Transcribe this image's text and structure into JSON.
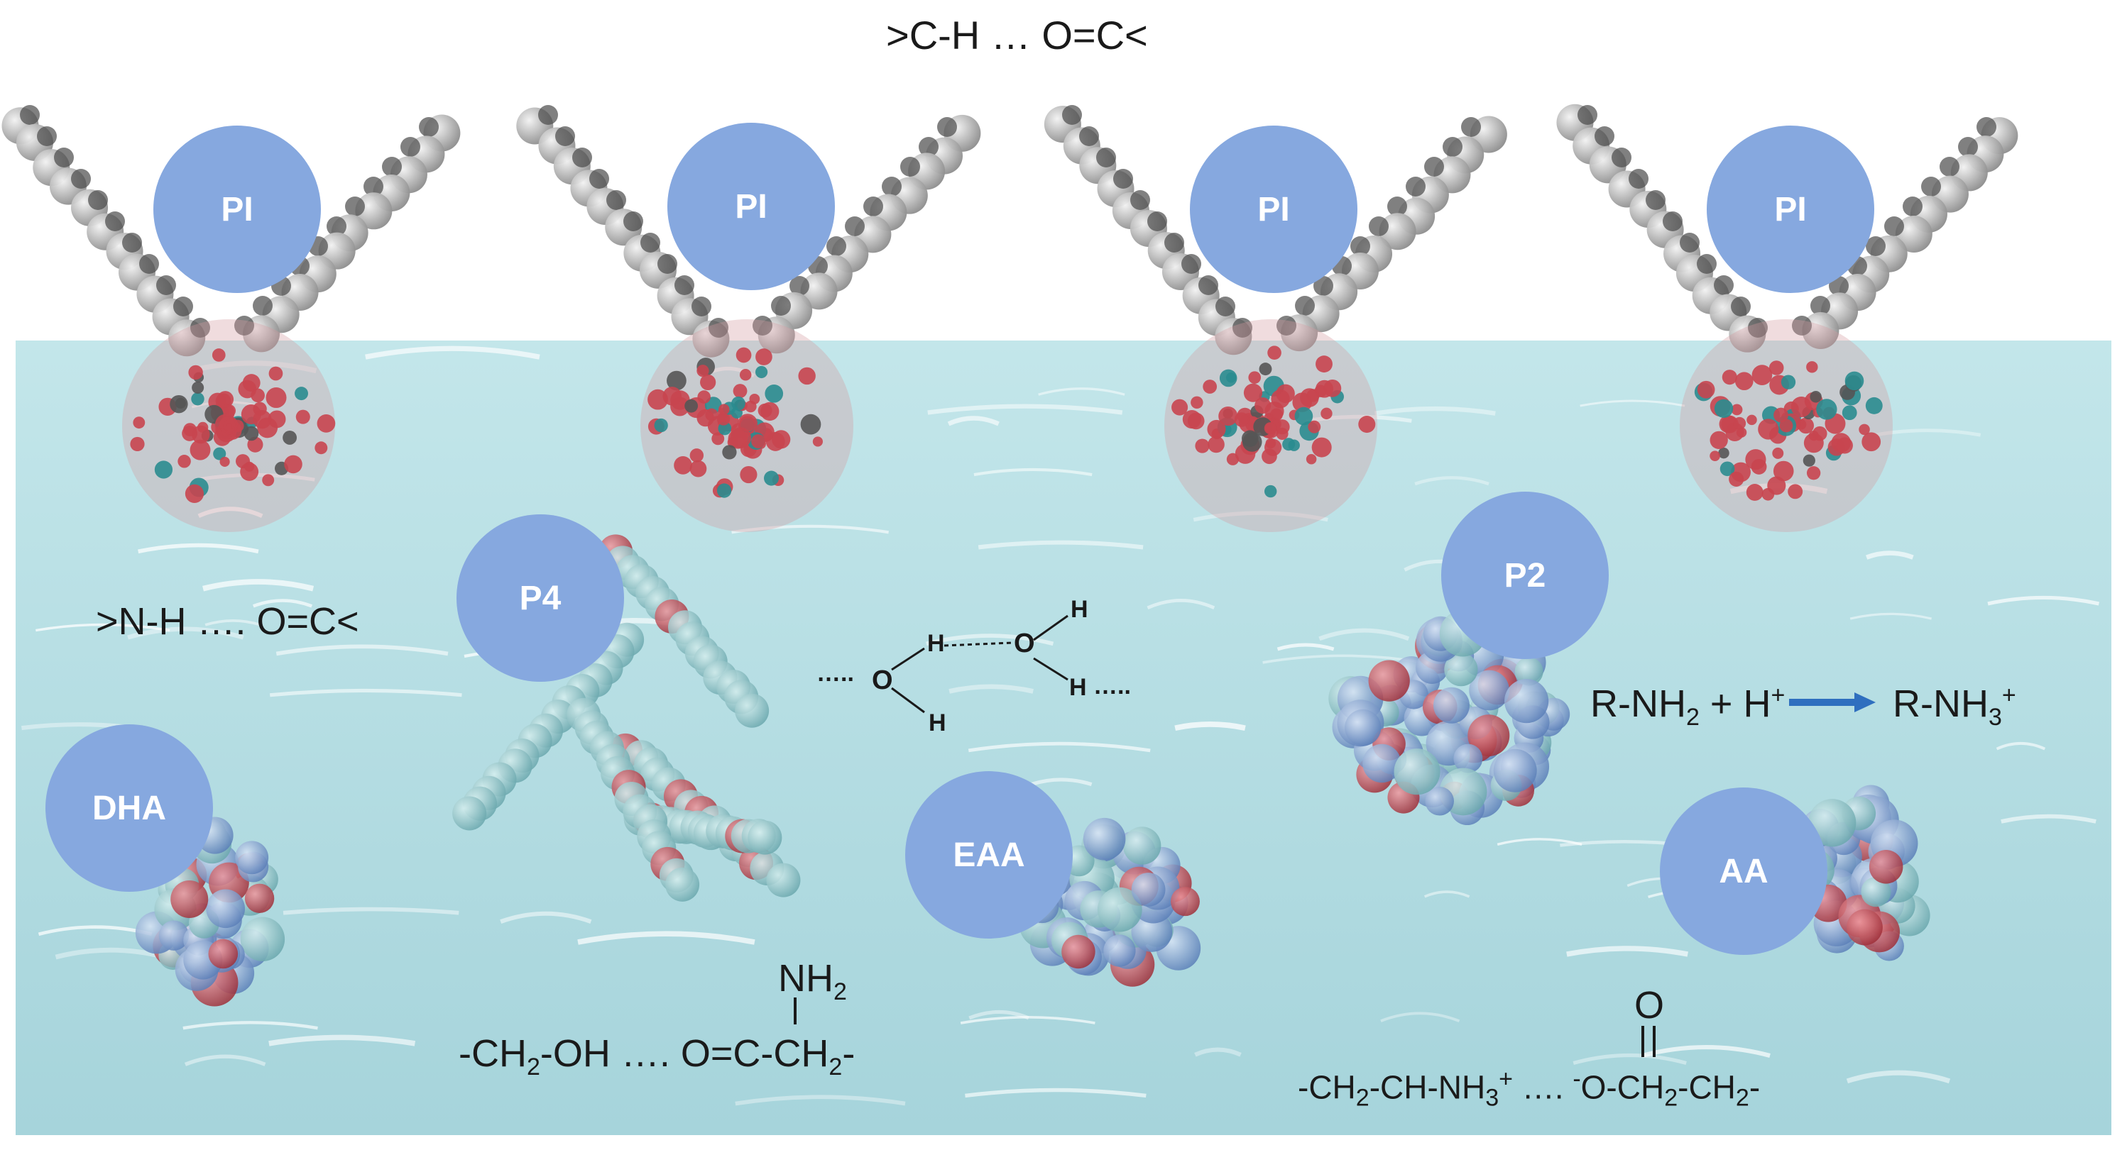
{
  "top_interaction": ">C-H  …  O=C<",
  "circles": {
    "pi1": "PI",
    "pi2": "PI",
    "pi3": "PI",
    "pi4": "PI",
    "p4": "P4",
    "p2": "P2",
    "dha": "DHA",
    "eaa": "EAA",
    "aa": "AA"
  },
  "nh_interaction": ">N-H  ….  O=C<",
  "water": {
    "o1": "O",
    "o2": "O",
    "h1": "H",
    "h2": "H",
    "h3": "H",
    "h4": "H",
    "dots_left": "…..",
    "dots_right": "….."
  },
  "protonation": {
    "reactant": "R-NH",
    "sub_2": "2",
    "plus_h": " + H",
    "sup_plus": "+",
    "product": "R-NH",
    "sub_3": "3",
    "sup_plus2": "+"
  },
  "amide": {
    "nh2": "NH",
    "nh2_sub": "2",
    "left": "-CH",
    "left_sub": "2",
    "left_rest": "-OH  …. O=C-CH",
    "right_sub": "2",
    "right_rest": "-"
  },
  "salt_bridge": {
    "o_top": "O",
    "left": "-CH",
    "sub1": "2",
    "mid": "-CH-NH",
    "sub2": "3",
    "sup1": "+",
    "dots": " …. ",
    "sup_minus": "-",
    "right": "O-CH",
    "sub3": "2",
    "right2": "-CH",
    "sub4": "2",
    "end": "-"
  },
  "colors": {
    "circle": "#86a8df",
    "water_top": "#c3e6ea",
    "water_bottom": "#a6d4db",
    "arrow": "#2f6fbf",
    "atom_red": "#c8454f",
    "atom_teal": "#2a8c8f",
    "atom_gray": "#b8b8b8",
    "atom_blue": "#7d9fd0"
  }
}
